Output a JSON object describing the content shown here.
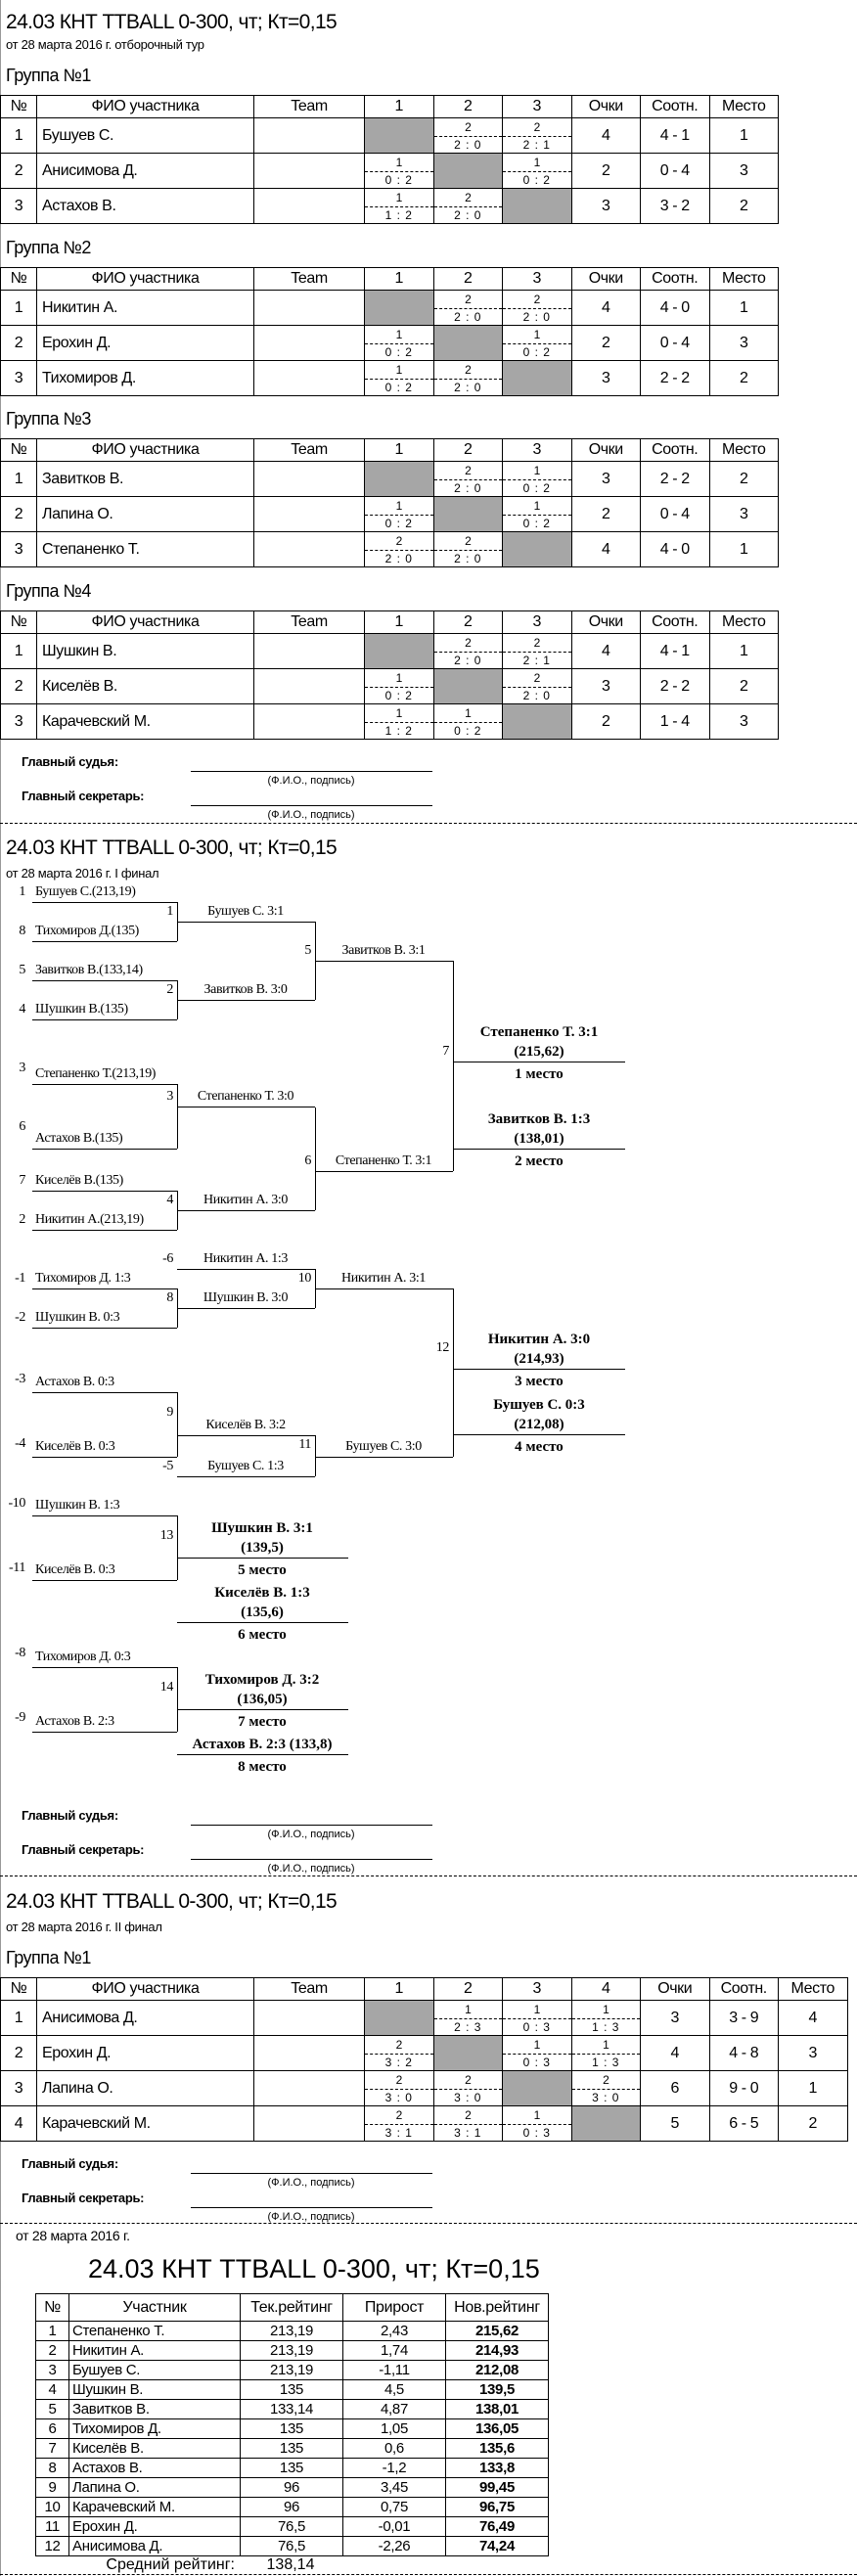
{
  "title": "24.03 КНТ TTBALL 0-300, чт; Кт=0,15",
  "signatures": {
    "judge": "Главный судья:",
    "secretary": "Главный секретарь:",
    "caption": "(Ф.И.О., подпись)"
  },
  "table_headers": {
    "num": "№",
    "name": "ФИО участника",
    "team": "Team",
    "points": "Очки",
    "ratio": "Соотн.",
    "place": "Место"
  },
  "qualifying": {
    "subtitle": "от 28 марта 2016 г. отборочный тур",
    "groups": [
      {
        "heading": "Группа №1",
        "cols": [
          "1",
          "2",
          "3"
        ],
        "rows": [
          {
            "num": "1",
            "name": "Бушуев С.",
            "team": "",
            "cells": [
              null,
              {
                "p": "2",
                "s": "2 : 0"
              },
              {
                "p": "2",
                "s": "2 : 1"
              }
            ],
            "points": "4",
            "ratio": "4 - 1",
            "place": "1"
          },
          {
            "num": "2",
            "name": "Анисимова Д.",
            "team": "",
            "cells": [
              {
                "p": "1",
                "s": "0 : 2"
              },
              null,
              {
                "p": "1",
                "s": "0 : 2"
              }
            ],
            "points": "2",
            "ratio": "0 - 4",
            "place": "3"
          },
          {
            "num": "3",
            "name": "Астахов В.",
            "team": "",
            "cells": [
              {
                "p": "1",
                "s": "1 : 2"
              },
              {
                "p": "2",
                "s": "2 : 0"
              },
              null
            ],
            "points": "3",
            "ratio": "3 - 2",
            "place": "2"
          }
        ]
      },
      {
        "heading": "Группа №2",
        "cols": [
          "1",
          "2",
          "3"
        ],
        "rows": [
          {
            "num": "1",
            "name": "Никитин А.",
            "team": "",
            "cells": [
              null,
              {
                "p": "2",
                "s": "2 : 0"
              },
              {
                "p": "2",
                "s": "2 : 0"
              }
            ],
            "points": "4",
            "ratio": "4 - 0",
            "place": "1"
          },
          {
            "num": "2",
            "name": "Ерохин Д.",
            "team": "",
            "cells": [
              {
                "p": "1",
                "s": "0 : 2"
              },
              null,
              {
                "p": "1",
                "s": "0 : 2"
              }
            ],
            "points": "2",
            "ratio": "0 - 4",
            "place": "3"
          },
          {
            "num": "3",
            "name": "Тихомиров Д.",
            "team": "",
            "cells": [
              {
                "p": "1",
                "s": "0 : 2"
              },
              {
                "p": "2",
                "s": "2 : 0"
              },
              null
            ],
            "points": "3",
            "ratio": "2 - 2",
            "place": "2"
          }
        ]
      },
      {
        "heading": "Группа №3",
        "cols": [
          "1",
          "2",
          "3"
        ],
        "rows": [
          {
            "num": "1",
            "name": "Завитков В.",
            "team": "",
            "cells": [
              null,
              {
                "p": "2",
                "s": "2 : 0"
              },
              {
                "p": "1",
                "s": "0 : 2"
              }
            ],
            "points": "3",
            "ratio": "2 - 2",
            "place": "2"
          },
          {
            "num": "2",
            "name": "Лапина О.",
            "team": "",
            "cells": [
              {
                "p": "1",
                "s": "0 : 2"
              },
              null,
              {
                "p": "1",
                "s": "0 : 2"
              }
            ],
            "points": "2",
            "ratio": "0 - 4",
            "place": "3"
          },
          {
            "num": "3",
            "name": "Степаненко Т.",
            "team": "",
            "cells": [
              {
                "p": "2",
                "s": "2 : 0"
              },
              {
                "p": "2",
                "s": "2 : 0"
              },
              null
            ],
            "points": "4",
            "ratio": "4 - 0",
            "place": "1"
          }
        ]
      },
      {
        "heading": "Группа №4",
        "cols": [
          "1",
          "2",
          "3"
        ],
        "rows": [
          {
            "num": "1",
            "name": "Шушкин В.",
            "team": "",
            "cells": [
              null,
              {
                "p": "2",
                "s": "2 : 0"
              },
              {
                "p": "2",
                "s": "2 : 1"
              }
            ],
            "points": "4",
            "ratio": "4 - 1",
            "place": "1"
          },
          {
            "num": "2",
            "name": "Киселёв В.",
            "team": "",
            "cells": [
              {
                "p": "1",
                "s": "0 : 2"
              },
              null,
              {
                "p": "2",
                "s": "2 : 0"
              }
            ],
            "points": "3",
            "ratio": "2 - 2",
            "place": "2"
          },
          {
            "num": "3",
            "name": "Карачевский М.",
            "team": "",
            "cells": [
              {
                "p": "1",
                "s": "1 : 2"
              },
              {
                "p": "1",
                "s": "0 : 2"
              },
              null
            ],
            "points": "2",
            "ratio": "1 - 4",
            "place": "3"
          }
        ]
      }
    ]
  },
  "final1": {
    "subtitle": "от 28 марта 2016 г. I финал",
    "entries": [
      {
        "seed": "1",
        "text": "Бушуев С.(213,19)"
      },
      {
        "seed": "8",
        "text": "Тихомиров Д.(135)"
      },
      {
        "seed": "5",
        "text": "Завитков В.(133,14)"
      },
      {
        "seed": "4",
        "text": "Шушкин В.(135)"
      },
      {
        "seed": "3",
        "text": "Степаненко Т.(213,19)"
      },
      {
        "seed": "6",
        "text": "Астахов В.(135)"
      },
      {
        "seed": "7",
        "text": "Киселёв В.(135)"
      },
      {
        "seed": "2",
        "text": "Никитин А.(213,19)"
      },
      {
        "seed": "-1",
        "text": "Тихомиров Д. 1:3"
      },
      {
        "seed": "-2",
        "text": "Шушкин В. 0:3"
      },
      {
        "seed": "-3",
        "text": "Астахов В. 0:3"
      },
      {
        "seed": "-4",
        "text": "Киселёв В. 0:3"
      },
      {
        "seed": "-10",
        "text": "Шушкин В. 1:3"
      },
      {
        "seed": "-11",
        "text": "Киселёв В. 0:3"
      },
      {
        "seed": "-8",
        "text": "Тихомиров Д. 0:3"
      },
      {
        "seed": "-9",
        "text": "Астахов В. 2:3"
      }
    ],
    "match_numbers": [
      "1",
      "2",
      "3",
      "4",
      "8",
      "9",
      "13",
      "14",
      "-6",
      "-5",
      "5",
      "6",
      "10",
      "11",
      "7",
      "12"
    ],
    "winners_r2": [
      "Бушуев С. 3:1",
      "Завитков В. 3:0",
      "Степаненко Т. 3:0",
      "Никитин А. 3:0",
      "Никитин А. 1:3",
      "Шушкин В. 3:0",
      "Киселёв В. 3:2",
      "Бушуев С. 1:3"
    ],
    "winners_r3": [
      "Завитков В. 3:1",
      "Степаненко Т. 3:1",
      "Никитин А. 3:1",
      "Бушуев С. 3:0"
    ],
    "results": [
      {
        "name": "Степаненко Т. 3:1",
        "rating": "(215,62)",
        "place": "1 место"
      },
      {
        "name": "Завитков В. 1:3",
        "rating": "(138,01)",
        "place": "2 место"
      },
      {
        "name": "Никитин А. 3:0",
        "rating": "(214,93)",
        "place": "3 место"
      },
      {
        "name": "Бушуев С. 0:3",
        "rating": "(212,08)",
        "place": "4 место"
      },
      {
        "name": "Шушкин В. 3:1",
        "rating": "(139,5)",
        "place": "5 место"
      },
      {
        "name": "Киселёв В. 1:3",
        "rating": "(135,6)",
        "place": "6 место"
      },
      {
        "name": "Тихомиров Д. 3:2",
        "rating": "(136,05)",
        "place": "7 место"
      },
      {
        "name": "Астахов В. 2:3",
        "rating": "(133,8)",
        "place": "8 место"
      }
    ]
  },
  "final2": {
    "subtitle": "от 28 марта 2016 г. II финал",
    "groups": [
      {
        "heading": "Группа №1",
        "cols": [
          "1",
          "2",
          "3",
          "4"
        ],
        "rows": [
          {
            "num": "1",
            "name": "Анисимова Д.",
            "team": "",
            "cells": [
              null,
              {
                "p": "1",
                "s": "2 : 3"
              },
              {
                "p": "1",
                "s": "0 : 3"
              },
              {
                "p": "1",
                "s": "1 : 3"
              }
            ],
            "points": "3",
            "ratio": "3 - 9",
            "place": "4"
          },
          {
            "num": "2",
            "name": "Ерохин Д.",
            "team": "",
            "cells": [
              {
                "p": "2",
                "s": "3 : 2"
              },
              null,
              {
                "p": "1",
                "s": "0 : 3"
              },
              {
                "p": "1",
                "s": "1 : 3"
              }
            ],
            "points": "4",
            "ratio": "4 - 8",
            "place": "3"
          },
          {
            "num": "3",
            "name": "Лапина О.",
            "team": "",
            "cells": [
              {
                "p": "2",
                "s": "3 : 0"
              },
              {
                "p": "2",
                "s": "3 : 0"
              },
              null,
              {
                "p": "2",
                "s": "3 : 0"
              }
            ],
            "points": "6",
            "ratio": "9 - 0",
            "place": "1"
          },
          {
            "num": "4",
            "name": "Карачевский М.",
            "team": "",
            "cells": [
              {
                "p": "2",
                "s": "3 : 1"
              },
              {
                "p": "2",
                "s": "3 : 1"
              },
              {
                "p": "1",
                "s": "0 : 3"
              },
              null
            ],
            "points": "5",
            "ratio": "6 - 5",
            "place": "2"
          }
        ]
      }
    ]
  },
  "rating": {
    "date": "от 28 марта 2016 г.",
    "headers": [
      "№",
      "Участник",
      "Тек.рейтинг",
      "Прирост",
      "Нов.рейтинг"
    ],
    "rows": [
      [
        "1",
        "Степаненко Т.",
        "213,19",
        "2,43",
        "215,62"
      ],
      [
        "2",
        "Никитин А.",
        "213,19",
        "1,74",
        "214,93"
      ],
      [
        "3",
        "Бушуев С.",
        "213,19",
        "-1,11",
        "212,08"
      ],
      [
        "4",
        "Шушкин В.",
        "135",
        "4,5",
        "139,5"
      ],
      [
        "5",
        "Завитков В.",
        "133,14",
        "4,87",
        "138,01"
      ],
      [
        "6",
        "Тихомиров Д.",
        "135",
        "1,05",
        "136,05"
      ],
      [
        "7",
        "Киселёв В.",
        "135",
        "0,6",
        "135,6"
      ],
      [
        "8",
        "Астахов В.",
        "135",
        "-1,2",
        "133,8"
      ],
      [
        "9",
        "Лапина О.",
        "96",
        "3,45",
        "99,45"
      ],
      [
        "10",
        "Карачевский М.",
        "96",
        "0,75",
        "96,75"
      ],
      [
        "11",
        "Ерохин Д.",
        "76,5",
        "-0,01",
        "76,49"
      ],
      [
        "12",
        "Анисимова Д.",
        "76,5",
        "-2,26",
        "74,24"
      ]
    ],
    "average_label": "Средний рейтинг:",
    "average_value": "138,14"
  }
}
